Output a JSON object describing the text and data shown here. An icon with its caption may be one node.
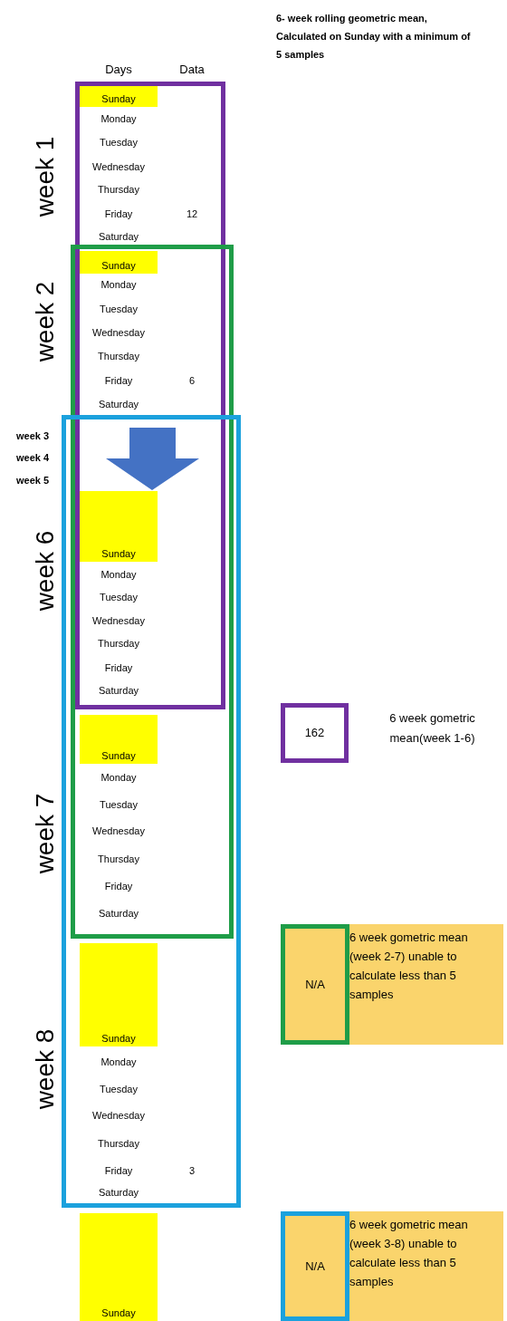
{
  "diagram": {
    "nodes": [
      {
        "text": [],
        "shape": "box"
      },
      {
        "text": [
          "Sunday"
        ],
        "in": 0
      },
      {
        "text": [],
        "shape": "box"
      },
      {
        "text": [
          "Sunday"
        ]
      },
      {
        "text": [],
        "shape": "box"
      },
      {
        "text": [
          "Sunday"
        ]
      },
      {
        "text": [
          "Sunday"
        ]
      },
      {
        "text": [
          "162"
        ],
        "beside": [
          "6 week gometric mean(week 1-6)"
        ]
      },
      {
        "text": [
          "Sunday"
        ],
        "in": 4
      },
      {
        "text": [
          "N/A"
        ]
      },
      {
        "text": [
          "6 week gometric mean (week 2-7) unable to calculate less than 5 samples"
        ]
      },
      {
        "text": [
          "Sunday"
        ]
      },
      {
        "text": [
          "N/A"
        ]
      },
      {
        "text": [
          "6 week gometric mean (week 3-8) unable to calculate less than 5 samples"
        ]
      }
    ],
    "labels": [
      "6- week rolling geometric mean, Calculated on Sunday with a minimum of 5 samples",
      "Days",
      "Data",
      "week 1",
      "Monday",
      "Tuesday",
      "Wednesday",
      "Thursday",
      "Friday",
      "12",
      "Saturday",
      "week 2",
      "Monday",
      "Tuesday",
      "Wednesday",
      "Thursday",
      "Friday",
      "6",
      "Saturday",
      "week 3",
      "week 4",
      "week 5",
      "week 6",
      "Monday",
      "Tuesday",
      "Wednesday",
      "Thursday",
      "Friday",
      "Saturday",
      "week 7",
      "Monday",
      "Tuesday",
      "Wednesday",
      "Thursday",
      "Friday",
      "Saturday",
      "week 8",
      "Monday",
      "Tuesday",
      "Wednesday",
      "Thursday",
      "Friday",
      "3",
      "Saturday"
    ]
  }
}
